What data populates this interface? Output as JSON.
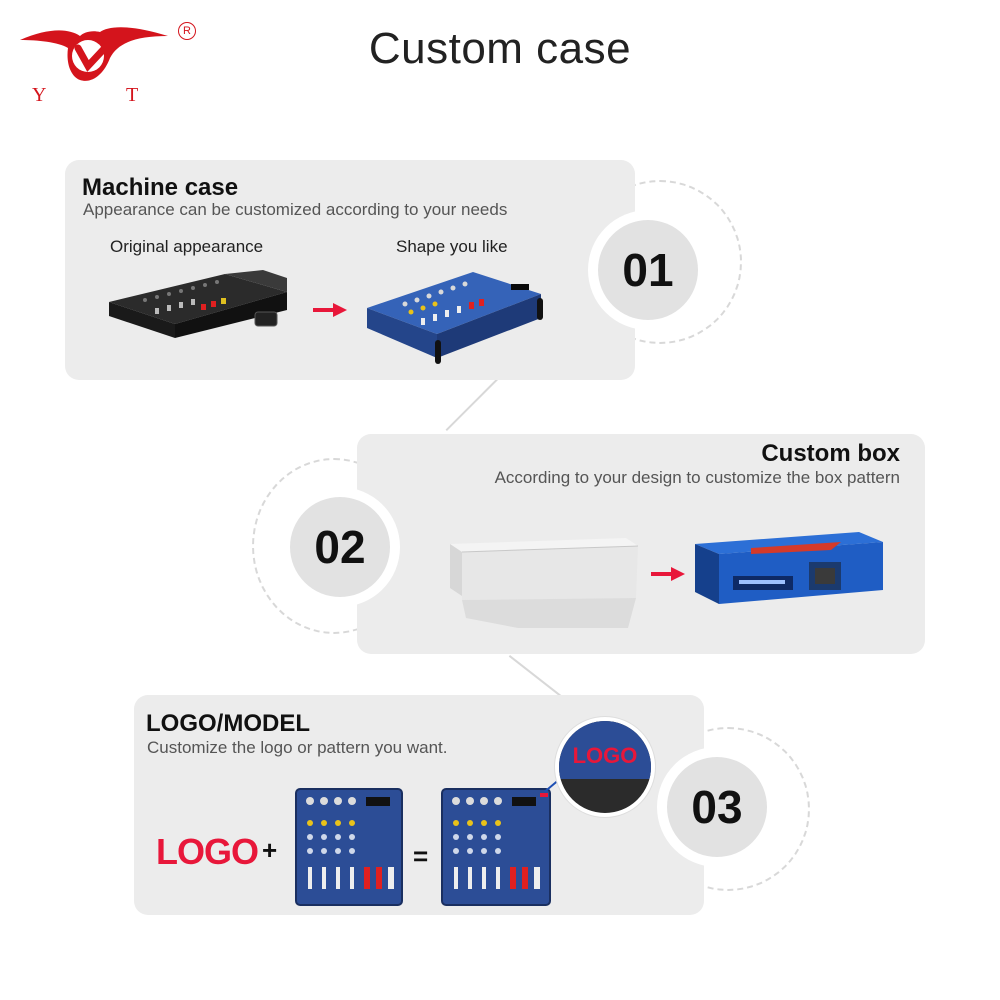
{
  "brand": {
    "letter_left": "Y",
    "letter_right": "T",
    "registered": "R",
    "color": "#d4141c"
  },
  "page_title": "Custom case",
  "sections": [
    {
      "number": "01",
      "title": "Machine case",
      "subtitle": "Appearance can be customized according to your needs",
      "left_caption": "Original appearance",
      "right_caption": "Shape you like"
    },
    {
      "number": "02",
      "title": "Custom box",
      "subtitle": "According to your design to customize the box pattern"
    },
    {
      "number": "03",
      "title": "LOGO/MODEL",
      "subtitle": "Customize the logo or pattern you want.",
      "logo_text": "LOGO",
      "plus": "+",
      "equals": "=",
      "zoom_logo_text": "LOGO"
    }
  ],
  "colors": {
    "panel_bg": "#ececec",
    "accent_red": "#e8173a",
    "mixer_blue": "#2a4f9a"
  },
  "icons": [
    "arrow-right-icon",
    "brand-logo-icon"
  ]
}
